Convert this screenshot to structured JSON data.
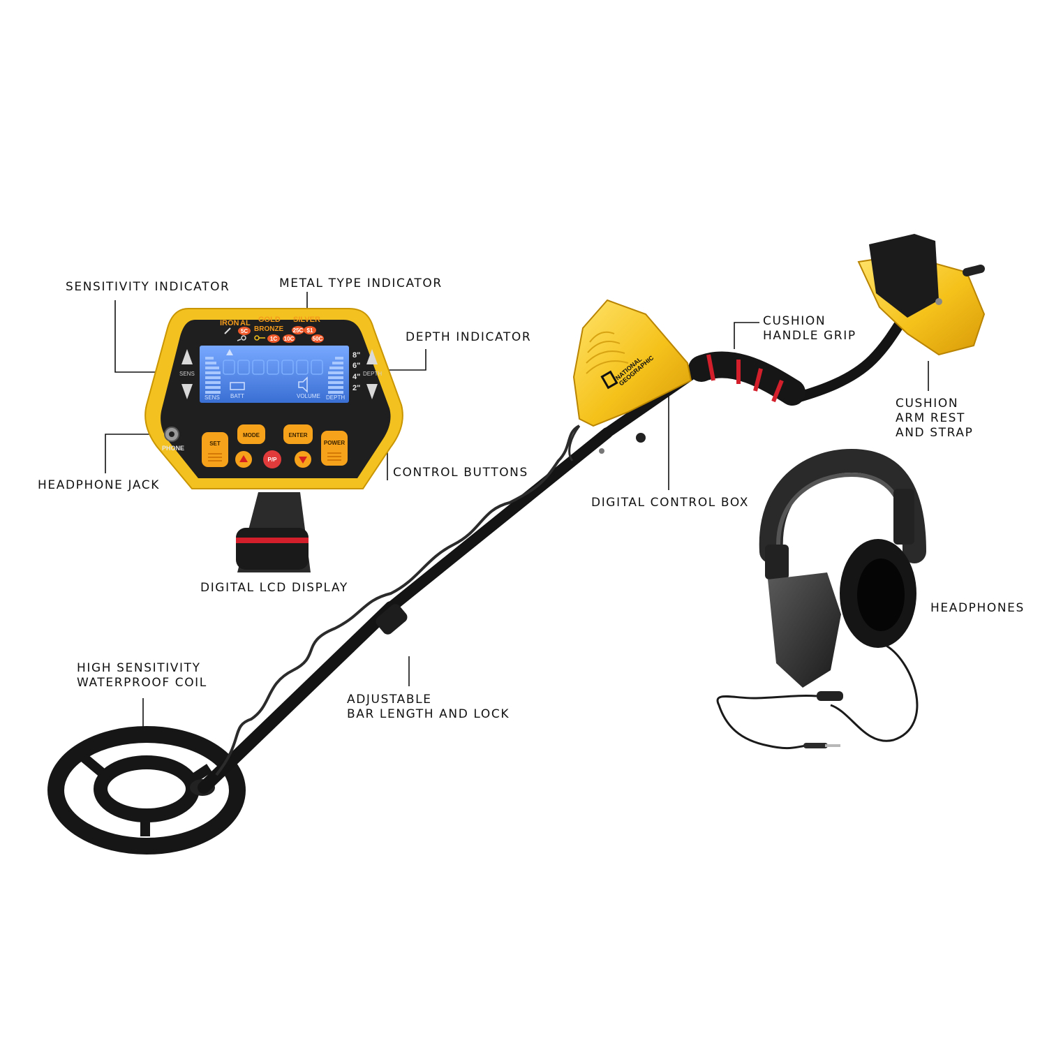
{
  "callouts": {
    "sensitivity_indicator": "SENSITIVITY INDICATOR",
    "metal_type_indicator": "METAL TYPE INDICATOR",
    "depth_indicator": "DEPTH INDICATOR",
    "headphone_jack": "HEADPHONE JACK",
    "control_buttons": "CONTROL BUTTONS",
    "digital_lcd_display": "DIGITAL LCD DISPLAY",
    "cushion_handle_grip": [
      "CUSHION",
      "HANDLE GRIP"
    ],
    "cushion_arm_rest": [
      "CUSHION",
      "ARM REST",
      "AND STRAP"
    ],
    "digital_control_box": "DIGITAL CONTROL BOX",
    "headphones": "HEADPHONES",
    "high_sensitivity_coil": [
      "HIGH SENSITIVITY",
      "WATERPROOF COIL"
    ],
    "adjustable_bar": [
      "ADJUSTABLE",
      "BAR LENGTH AND LOCK"
    ]
  },
  "panel": {
    "metals": [
      "IRON",
      "AL",
      "GOLD",
      "BRONZE",
      "SILVER"
    ],
    "coins": [
      "5C",
      "1C",
      "10C",
      "25C",
      "$1",
      "50C"
    ],
    "sens_label": "SENS",
    "depth_label": "DEPTH",
    "depth_marks": [
      "8\"",
      "6\"",
      "4\"",
      "2\""
    ],
    "lcd_sens": "SENS",
    "lcd_batt": "BATT",
    "lcd_volume": "VOLUME",
    "lcd_depth": "DEPTH",
    "phone_label": "PHONE",
    "buttons": {
      "set": "SET",
      "mode": "MODE",
      "enter": "ENTER",
      "power": "POWER",
      "pp": "P/P"
    }
  },
  "control_box_brand": [
    "NATIONAL",
    "GEOGRAPHIC"
  ],
  "colors": {
    "housing_yellow": "#f5c21b",
    "lcd_blue": "#4f87e8",
    "button_orange": "#f7a21b",
    "button_red": "#e23b3b",
    "shaft_black": "#151515",
    "grip_red": "#d21f2b"
  }
}
